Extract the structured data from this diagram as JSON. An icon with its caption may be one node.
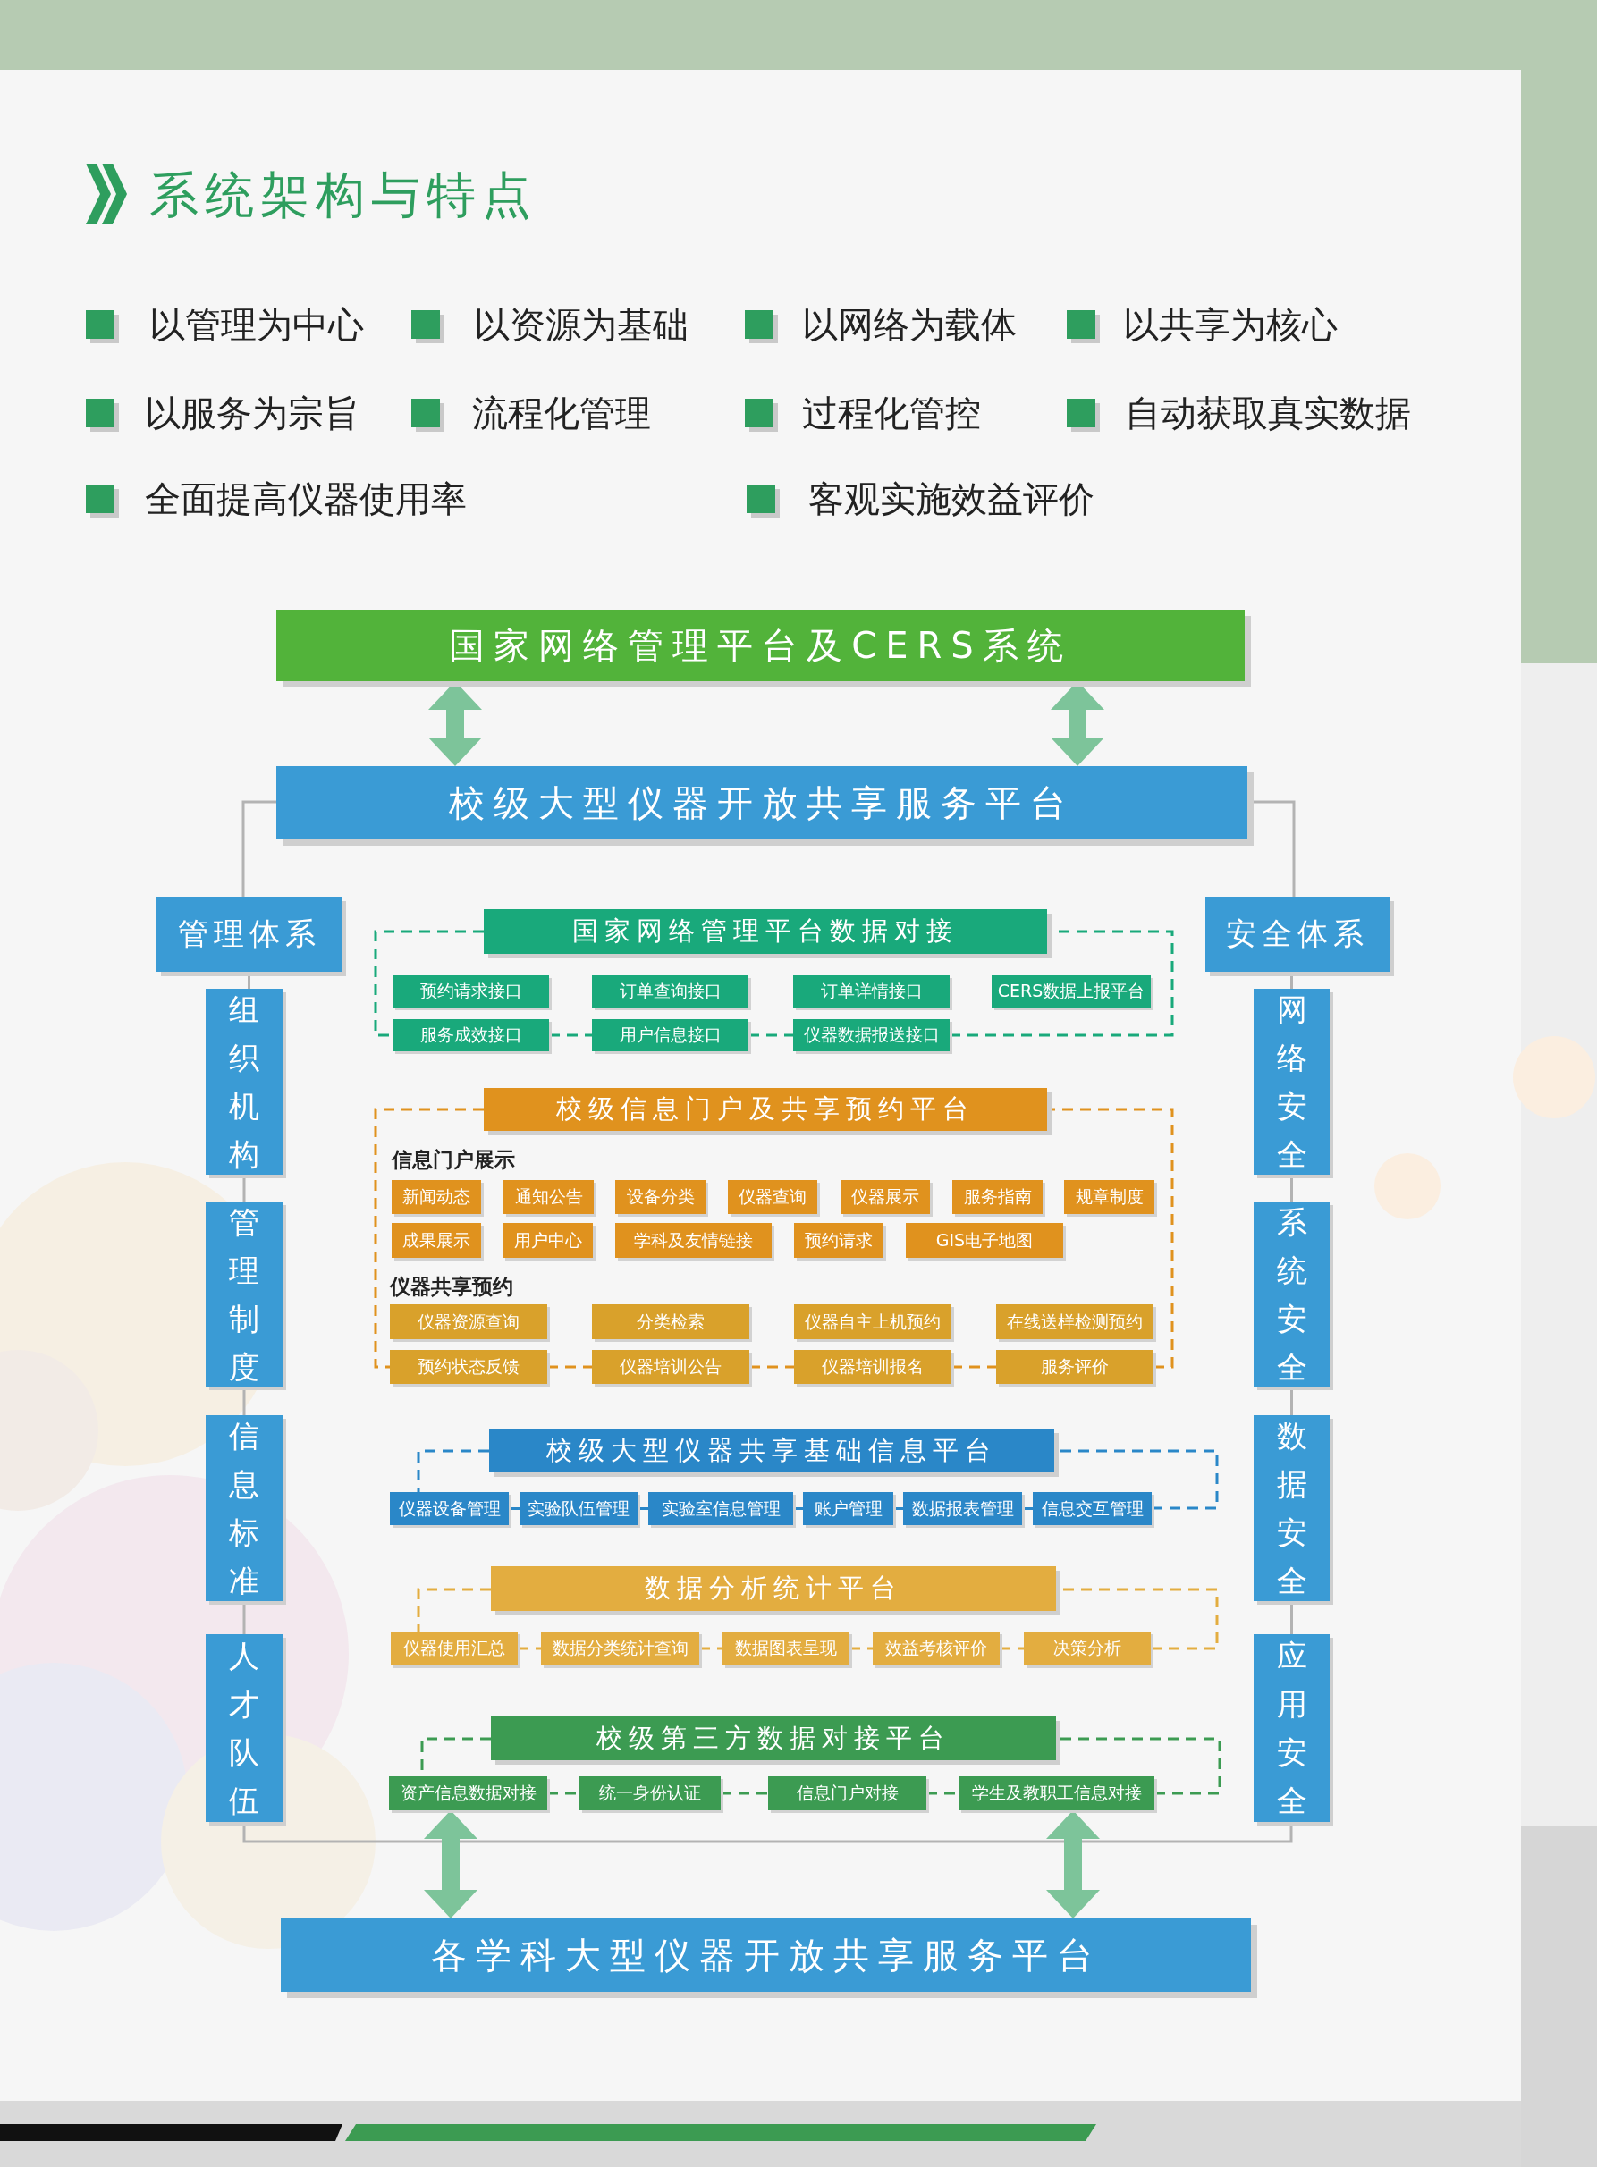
{
  "diagram": {
    "title": "系统架构与特点",
    "nodes": [
      {
        "text": [
          "国家网络管理平台及CERS系统"
        ]
      },
      {
        "text": [
          "校级大型仪器开放共享服务平台"
        ]
      },
      {
        "text": [
          "管理体系"
        ]
      },
      {
        "text": [
          "组织机构"
        ]
      },
      {
        "text": [
          "管理制度"
        ]
      },
      {
        "text": [
          "信息标准"
        ]
      },
      {
        "text": [
          "人才队伍"
        ]
      },
      {
        "text": [
          "安全体系"
        ]
      },
      {
        "text": [
          "网络安全"
        ]
      },
      {
        "text": [
          "系统安全"
        ]
      },
      {
        "text": [
          "数据安全"
        ]
      },
      {
        "text": [
          "应用安全"
        ]
      },
      {
        "text": [
          "国家网络管理平台数据对接"
        ]
      },
      {
        "text": [
          "预约请求接口"
        ]
      },
      {
        "text": [
          "订单查询接口"
        ]
      },
      {
        "text": [
          "订单详情接口"
        ]
      },
      {
        "text": [
          "CERS数据上报平台"
        ]
      },
      {
        "text": [
          "服务成效接口"
        ]
      },
      {
        "text": [
          "用户信息接口"
        ]
      },
      {
        "text": [
          "仪器数据报送接口"
        ]
      },
      {
        "text": [
          "校级信息门户及共享预约平台"
        ]
      },
      {
        "text": [
          "新闻动态"
        ]
      },
      {
        "text": [
          "通知公告"
        ]
      },
      {
        "text": [
          "设备分类"
        ]
      },
      {
        "text": [
          "仪器查询"
        ]
      },
      {
        "text": [
          "仪器展示"
        ]
      },
      {
        "text": [
          "服务指南"
        ]
      },
      {
        "text": [
          "规章制度"
        ]
      },
      {
        "text": [
          "成果展示"
        ]
      },
      {
        "text": [
          "用户中心"
        ]
      },
      {
        "text": [
          "学科及友情链接"
        ]
      },
      {
        "text": [
          "预约请求"
        ]
      },
      {
        "text": [
          "GIS电子地图"
        ]
      },
      {
        "text": [
          "仪器资源查询"
        ]
      },
      {
        "text": [
          "分类检索"
        ]
      },
      {
        "text": [
          "仪器自主上机预约"
        ]
      },
      {
        "text": [
          "在线送样检测预约"
        ]
      },
      {
        "text": [
          "预约状态反馈"
        ]
      },
      {
        "text": [
          "仪器培训公告"
        ]
      },
      {
        "text": [
          "仪器培训报名"
        ]
      },
      {
        "text": [
          "服务评价"
        ]
      },
      {
        "text": [
          "校级大型仪器共享基础信息平台"
        ]
      },
      {
        "text": [
          "仪器设备管理"
        ]
      },
      {
        "text": [
          "实验队伍管理"
        ]
      },
      {
        "text": [
          "实验室信息管理"
        ]
      },
      {
        "text": [
          "账户管理"
        ]
      },
      {
        "text": [
          "数据报表管理"
        ]
      },
      {
        "text": [
          "信息交互管理"
        ]
      },
      {
        "text": [
          "数据分析统计平台"
        ]
      },
      {
        "text": [
          "仪器使用汇总"
        ]
      },
      {
        "text": [
          "数据分类统计查询"
        ]
      },
      {
        "text": [
          "数据图表呈现"
        ]
      },
      {
        "text": [
          "效益考核评价"
        ]
      },
      {
        "text": [
          "决策分析"
        ]
      },
      {
        "text": [
          "校级第三方数据对接平台"
        ]
      },
      {
        "text": [
          "资产信息数据对接"
        ]
      },
      {
        "text": [
          "统一身份认证"
        ]
      },
      {
        "text": [
          "信息门户对接"
        ]
      },
      {
        "text": [
          "学生及教职工信息对接"
        ]
      },
      {
        "text": [
          "各学科大型仪器开放共享服务平台"
        ]
      }
    ],
    "edges": [
      {
        "from": 0,
        "to": 1,
        "arrow": "both",
        "style": "thick",
        "color": "#7dc49a"
      },
      {
        "from": 0,
        "to": 1,
        "arrow": "both",
        "style": "thick",
        "color": "#7dc49a"
      },
      {
        "from": 1,
        "to": 2,
        "arrow": "none",
        "color": "#b3b3b3"
      },
      {
        "from": 2,
        "to": 3,
        "arrow": "none",
        "color": "#b3b3b3"
      },
      {
        "from": 3,
        "to": 4,
        "arrow": "none",
        "color": "#b3b3b3"
      },
      {
        "from": 4,
        "to": 5,
        "arrow": "none",
        "color": "#b3b3b3"
      },
      {
        "from": 5,
        "to": 6,
        "arrow": "none",
        "color": "#b3b3b3"
      },
      {
        "from": 6,
        "to": 11,
        "arrow": "none",
        "color": "#b3b3b3"
      },
      {
        "from": 11,
        "to": 10,
        "arrow": "none",
        "color": "#b3b3b3"
      },
      {
        "from": 10,
        "to": 9,
        "arrow": "none",
        "color": "#b3b3b3"
      },
      {
        "from": 9,
        "to": 8,
        "arrow": "none",
        "color": "#b3b3b3"
      },
      {
        "from": 8,
        "to": 7,
        "arrow": "none",
        "color": "#b3b3b3"
      },
      {
        "from": 7,
        "to": 1,
        "arrow": "none",
        "color": "#b3b3b3"
      },
      {
        "from": 12,
        "to": 17,
        "arrow": "none",
        "style": "dashed",
        "color": "#19a97b"
      },
      {
        "from": 17,
        "to": 18,
        "arrow": "none",
        "style": "dashed",
        "color": "#19a97b"
      },
      {
        "from": 18,
        "to": 19,
        "arrow": "none",
        "style": "dashed",
        "color": "#19a97b"
      },
      {
        "from": 19,
        "to": 12,
        "arrow": "none",
        "style": "dashed",
        "color": "#19a97b"
      },
      {
        "from": 20,
        "to": 37,
        "arrow": "none",
        "style": "dashed",
        "color": "#e0921e"
      },
      {
        "from": 37,
        "to": 38,
        "arrow": "none",
        "style": "dashed",
        "color": "#e0921e"
      },
      {
        "from": 38,
        "to": 39,
        "arrow": "none",
        "style": "dashed",
        "color": "#e0921e"
      },
      {
        "from": 39,
        "to": 40,
        "arrow": "none",
        "style": "dashed",
        "color": "#e0921e"
      },
      {
        "from": 40,
        "to": 20,
        "arrow": "none",
        "style": "dashed",
        "color": "#e0921e"
      },
      {
        "from": 41,
        "to": 42,
        "arrow": "none",
        "style": "dashed",
        "color": "#2a87c8"
      },
      {
        "from": 42,
        "to": 43,
        "arrow": "none",
        "style": "dashed",
        "color": "#2a87c8"
      },
      {
        "from": 43,
        "to": 44,
        "arrow": "none",
        "style": "dashed",
        "color": "#2a87c8"
      },
      {
        "from": 44,
        "to": 45,
        "arrow": "none",
        "style": "dashed",
        "color": "#2a87c8"
      },
      {
        "from": 45,
        "to": 46,
        "arrow": "none",
        "style": "dashed",
        "color": "#2a87c8"
      },
      {
        "from": 46,
        "to": 47,
        "arrow": "none",
        "style": "dashed",
        "color": "#2a87c8"
      },
      {
        "from": 47,
        "to": 41,
        "arrow": "none",
        "style": "dashed",
        "color": "#2a87c8"
      },
      {
        "from": 48,
        "to": 49,
        "arrow": "none",
        "style": "dashed",
        "color": "#e3ad40"
      },
      {
        "from": 49,
        "to": 50,
        "arrow": "none",
        "style": "dashed",
        "color": "#e3ad40"
      },
      {
        "from": 50,
        "to": 51,
        "arrow": "none",
        "style": "dashed",
        "color": "#e3ad40"
      },
      {
        "from": 51,
        "to": 52,
        "arrow": "none",
        "style": "dashed",
        "color": "#e3ad40"
      },
      {
        "from": 52,
        "to": 53,
        "arrow": "none",
        "style": "dashed",
        "color": "#e3ad40"
      },
      {
        "from": 53,
        "to": 48,
        "arrow": "none",
        "style": "dashed",
        "color": "#e3ad40"
      },
      {
        "from": 54,
        "to": 55,
        "arrow": "none",
        "style": "dashed",
        "color": "#3c9b52"
      },
      {
        "from": 55,
        "to": 56,
        "arrow": "none",
        "style": "dashed",
        "color": "#3c9b52"
      },
      {
        "from": 56,
        "to": 57,
        "arrow": "none",
        "style": "dashed",
        "color": "#3c9b52"
      },
      {
        "from": 57,
        "to": 58,
        "arrow": "none",
        "style": "dashed",
        "color": "#3c9b52"
      },
      {
        "from": 58,
        "to": 54,
        "arrow": "none",
        "style": "dashed",
        "color": "#3c9b52"
      },
      {
        "from": 55,
        "to": 59,
        "arrow": "both",
        "style": "thick",
        "color": "#7dc49a"
      },
      {
        "from": 58,
        "to": 59,
        "arrow": "both",
        "style": "thick",
        "color": "#7dc49a"
      }
    ],
    "labels": [
      "以管理为中心",
      "以资源为基础",
      "以网络为载体",
      "以共享为核心",
      "以服务为宗旨",
      "流程化管理",
      "过程化管控",
      "自动获取真实数据",
      "全面提高仪器使用率",
      "客观实施效益评价",
      "信息门户展示",
      "仪器共享预约"
    ]
  }
}
